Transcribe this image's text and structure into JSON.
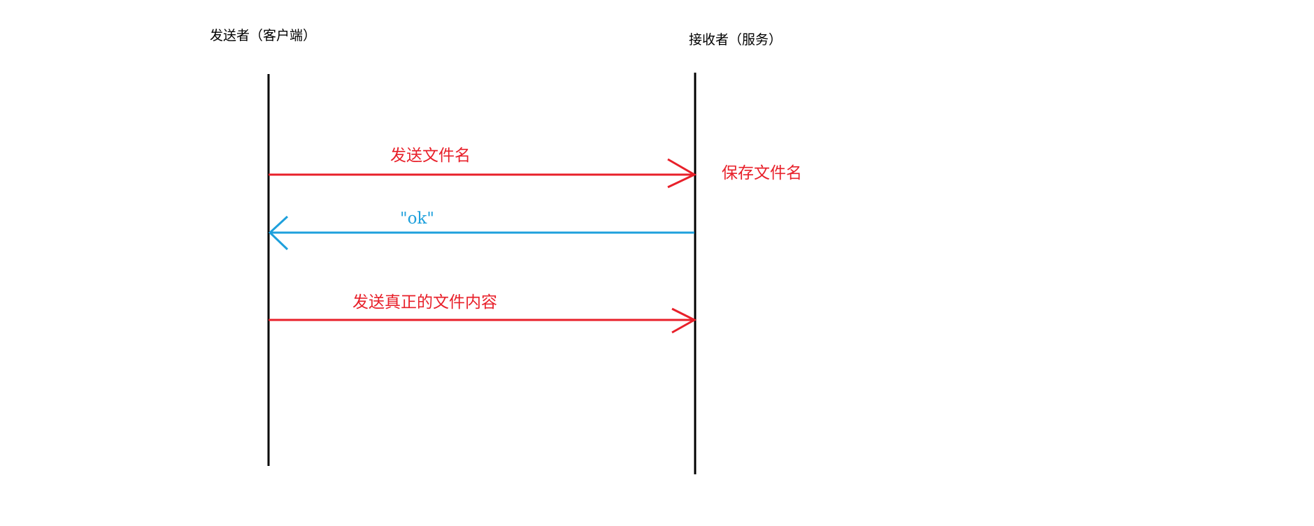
{
  "actors": {
    "sender": {
      "label": "发送者（客户端）"
    },
    "receiver": {
      "label": "接收者（服务）"
    }
  },
  "messages": [
    {
      "label": "发送文件名",
      "from": "sender",
      "to": "receiver",
      "color": "#e8202a"
    },
    {
      "label": "\"ok\"",
      "from": "receiver",
      "to": "sender",
      "color": "#1ea0dc"
    },
    {
      "label": "发送真正的文件内容",
      "from": "sender",
      "to": "receiver",
      "color": "#e8202a"
    }
  ],
  "notes": [
    {
      "label": "保存文件名",
      "actor": "receiver",
      "color": "#e8202a"
    }
  ],
  "colors": {
    "lifeline": "#000000",
    "request": "#e8202a",
    "response": "#1ea0dc"
  }
}
